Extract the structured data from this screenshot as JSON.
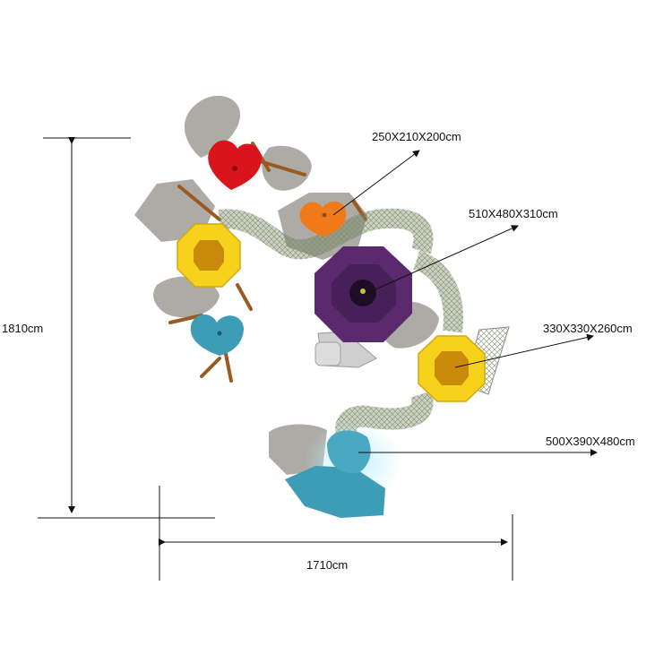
{
  "dimensions": {
    "overall_height": "1810cm",
    "overall_width": "1710cm"
  },
  "callouts": [
    {
      "label": "250X210X200cm",
      "target": "orange-heart-roof"
    },
    {
      "label": "510X480X310cm",
      "target": "purple-octagon-tower"
    },
    {
      "label": "330X330X260cm",
      "target": "yellow-octagon-tower"
    },
    {
      "label": "500X390X480cm",
      "target": "blue-dome-base"
    }
  ],
  "colors": {
    "red": "#d8141c",
    "orange": "#f07a18",
    "yellow": "#f6d21c",
    "purple": "#5b2a6e",
    "teal": "#3d9cb6",
    "grey_leaf": "#9a9690",
    "wood": "#9a5a22",
    "net": "#6a7a5a"
  }
}
